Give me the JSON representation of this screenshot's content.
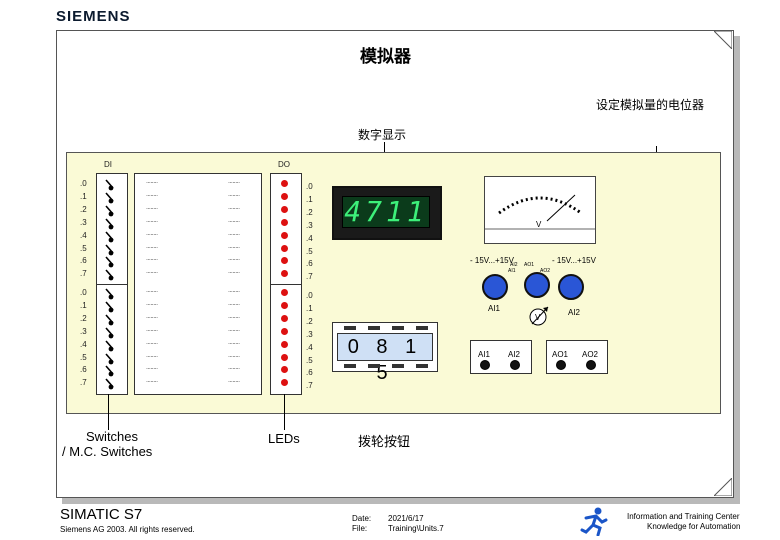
{
  "brand": "SIEMENS",
  "title": "模拟器",
  "annotations": {
    "pot_note": "设定模拟量的电位器",
    "display_note": "数字显示",
    "switches_line1": "Switches",
    "switches_line2": "/ M.C. Switches",
    "leds": "LEDs",
    "thumbwheel": "拨轮按钮"
  },
  "panel": {
    "di_label": "DI",
    "do_label": "DO",
    "bits": [
      ".0",
      ".1",
      ".2",
      ".3",
      ".4",
      ".5",
      ".6",
      ".7"
    ],
    "dash": "........",
    "digital_display": "4711",
    "thumbwheel_value": "0 8 1 5",
    "range1": "- 15V...+15V",
    "range2": "- 15V...+15V",
    "meter_v": "V",
    "meter_labels": [
      "AI2",
      "AO1",
      "AO2",
      "AI1"
    ],
    "ai1_knob_label": "AI1",
    "ai2_knob_label": "AI2",
    "voltmeter": "V",
    "terminals_left": [
      "AI1",
      "AI2"
    ],
    "terminals_right": [
      "AO1",
      "AO2"
    ]
  },
  "footer": {
    "product": "SIMATIC S7",
    "copyright": "Siemens AG 2003. All rights reserved.",
    "date_label": "Date:",
    "date_value": "2021/6/17",
    "file_label": "File:",
    "file_value": "Training\\Units.7",
    "center_line1": "Information and Training Center",
    "center_line2": "Knowledge for Automation"
  },
  "colors": {
    "panel_bg": "#fafad6",
    "led_red": "#dd1111",
    "knob_blue": "#2a56d6",
    "segment_green": "#3df07a",
    "thumbwheel_bg": "#cfe0f5"
  }
}
